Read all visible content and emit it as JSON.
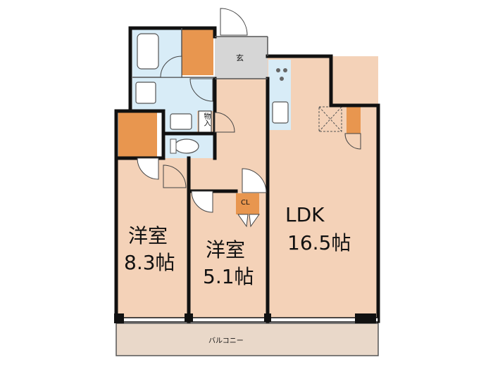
{
  "rooms": {
    "western1": {
      "name": "洋室",
      "size": "8.3帖"
    },
    "western2": {
      "name": "洋室",
      "size": "5.1帖"
    },
    "ldk": {
      "name": "LDK",
      "size": "16.5帖"
    }
  },
  "labels": {
    "entrance": "玄",
    "storage": "物入",
    "closet": "CL",
    "balcony": "バルコニー"
  },
  "colors": {
    "room_floor": "#f4d2b8",
    "wet_area": "#d8ecf7",
    "entrance_floor": "#d6d6d6",
    "storage_fill": "#e8964f",
    "balcony_fill": "#e9d8c9",
    "wall": "#111111"
  }
}
